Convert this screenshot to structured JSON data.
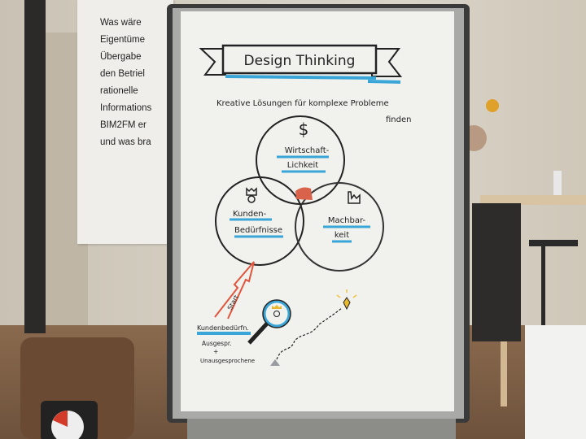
{
  "flipchart": {
    "title": "Design Thinking",
    "subtitle_line1": "Kreative Lösungen für komplexe Probleme",
    "subtitle_line2": "finden",
    "circles": {
      "top_line1": "Wirtschaft-",
      "top_line2": "Lichkeit",
      "left_line1": "Kunden-",
      "left_line2": "Bedürfnisse",
      "right_line1": "Machbar-",
      "right_line2": "keit"
    },
    "start_label": "Start",
    "bottom_label": "Kundenbedürfn.",
    "bottom_note_line1": "Ausgespr.",
    "bottom_note_line2": "+",
    "bottom_note_line3": "Unausgesprochene",
    "accent_color": "#3aa6d8",
    "arrow_color": "#e2553c"
  },
  "left_poster": {
    "lines": [
      "Was wäre",
      "Eigentüme",
      "Übergabe",
      "den Betriel",
      "rationelle",
      "Informations",
      "BIM2FM er",
      "und was bra"
    ]
  }
}
